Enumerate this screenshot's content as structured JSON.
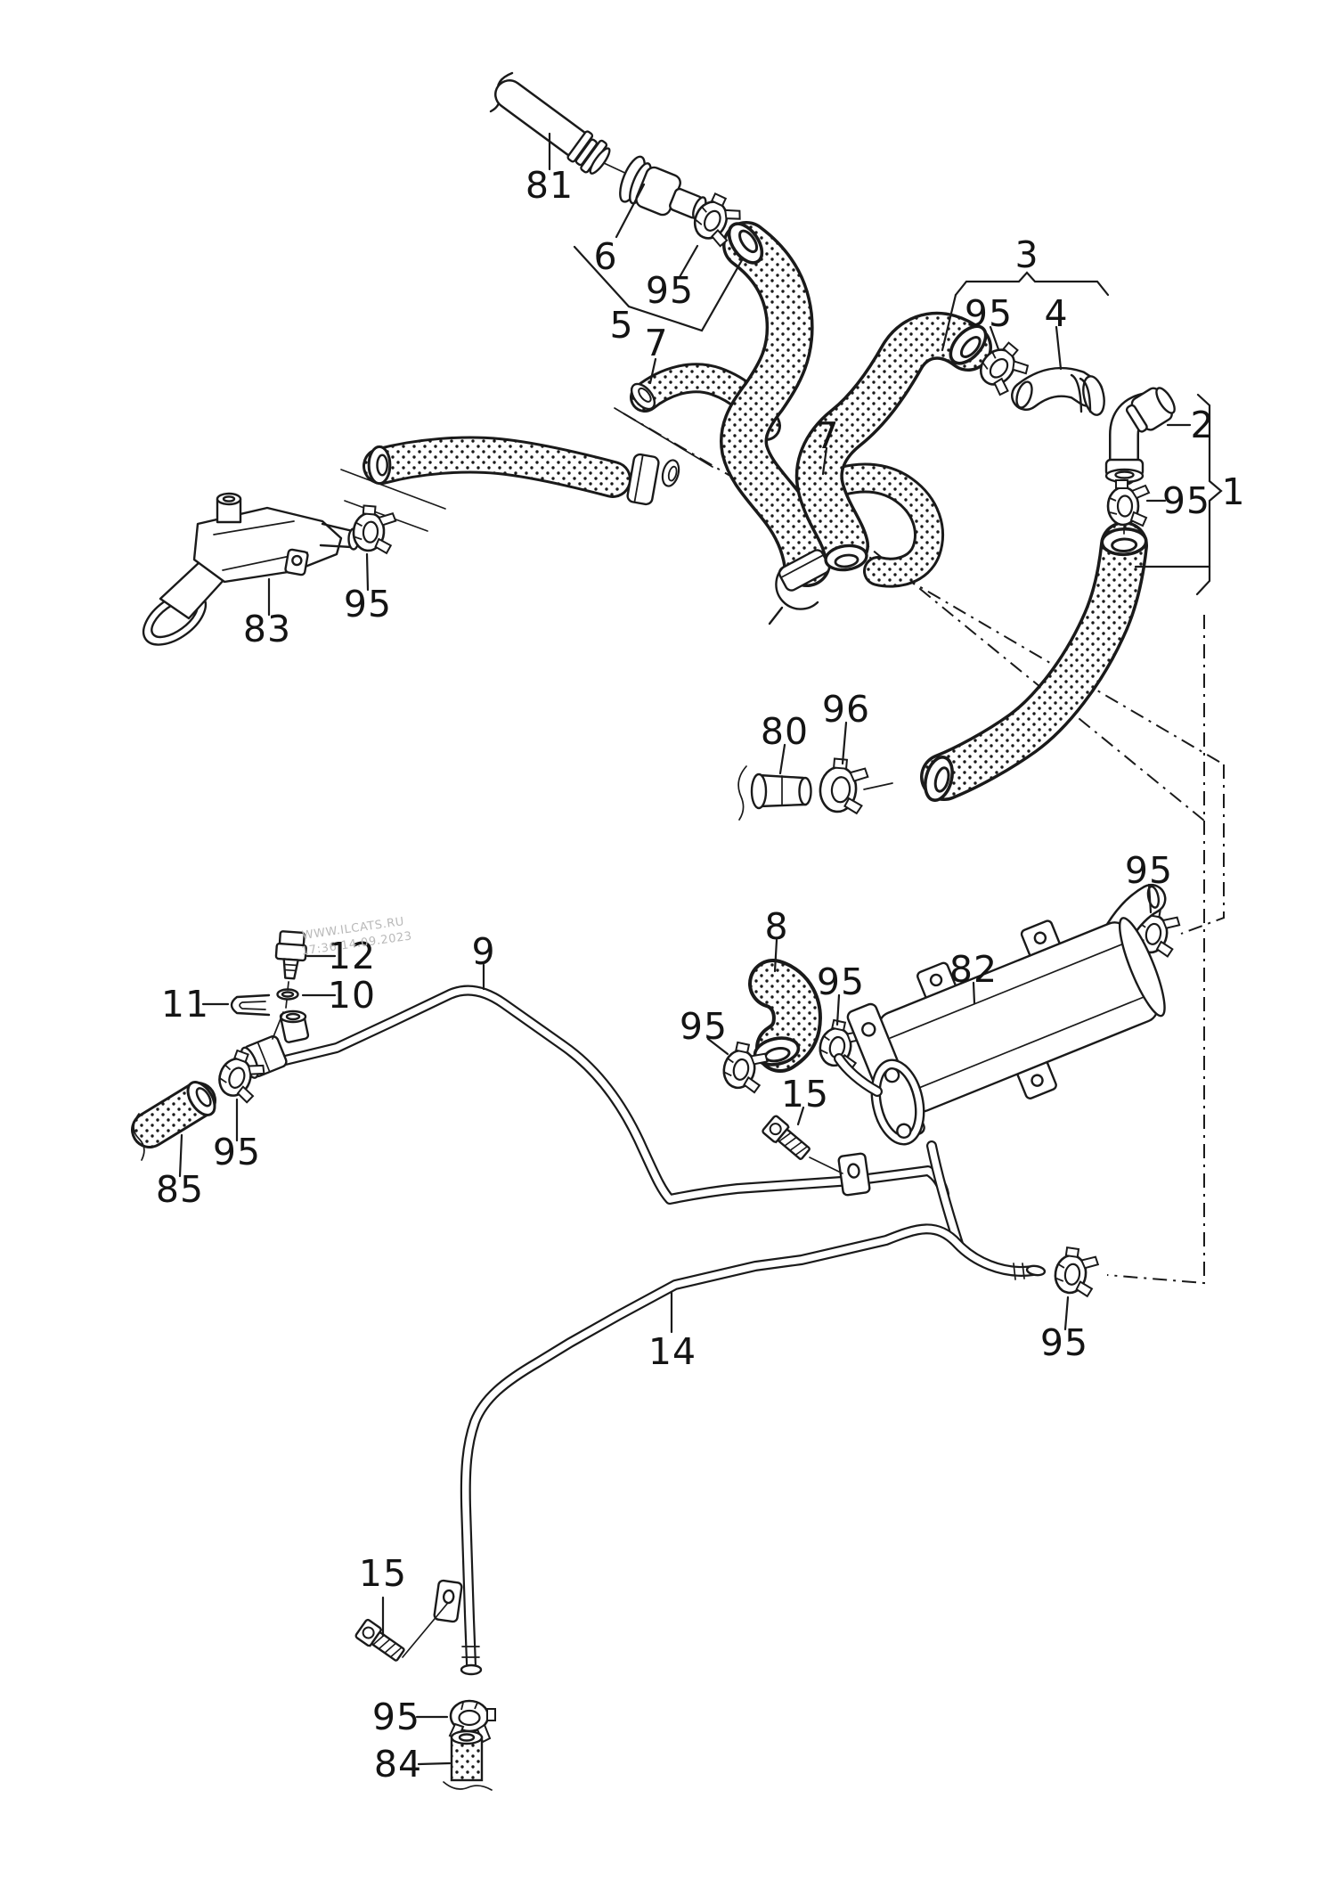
{
  "diagram": {
    "type": "parts-catalog-exploded-diagram",
    "watermark": {
      "line1": "WWW.ILCATS.RU",
      "line2": "17:36 14.09.2023"
    },
    "colors": {
      "line": "#1a1a1a",
      "background": "#ffffff",
      "watermark": "#b9b9b9"
    },
    "callouts": [
      {
        "text": "81"
      },
      {
        "text": "6"
      },
      {
        "text": "95"
      },
      {
        "text": "5"
      },
      {
        "text": "7"
      },
      {
        "text": "3"
      },
      {
        "text": "95"
      },
      {
        "text": "4"
      },
      {
        "text": "2"
      },
      {
        "text": "95"
      },
      {
        "text": "1"
      },
      {
        "text": "7"
      },
      {
        "text": "83"
      },
      {
        "text": "95"
      },
      {
        "text": "80"
      },
      {
        "text": "96"
      },
      {
        "text": "95"
      },
      {
        "text": "12"
      },
      {
        "text": "10"
      },
      {
        "text": "11"
      },
      {
        "text": "9"
      },
      {
        "text": "8"
      },
      {
        "text": "95"
      },
      {
        "text": "95"
      },
      {
        "text": "82"
      },
      {
        "text": "15"
      },
      {
        "text": "85"
      },
      {
        "text": "95"
      },
      {
        "text": "14"
      },
      {
        "text": "95"
      },
      {
        "text": "15"
      },
      {
        "text": "95"
      },
      {
        "text": "84"
      }
    ]
  }
}
